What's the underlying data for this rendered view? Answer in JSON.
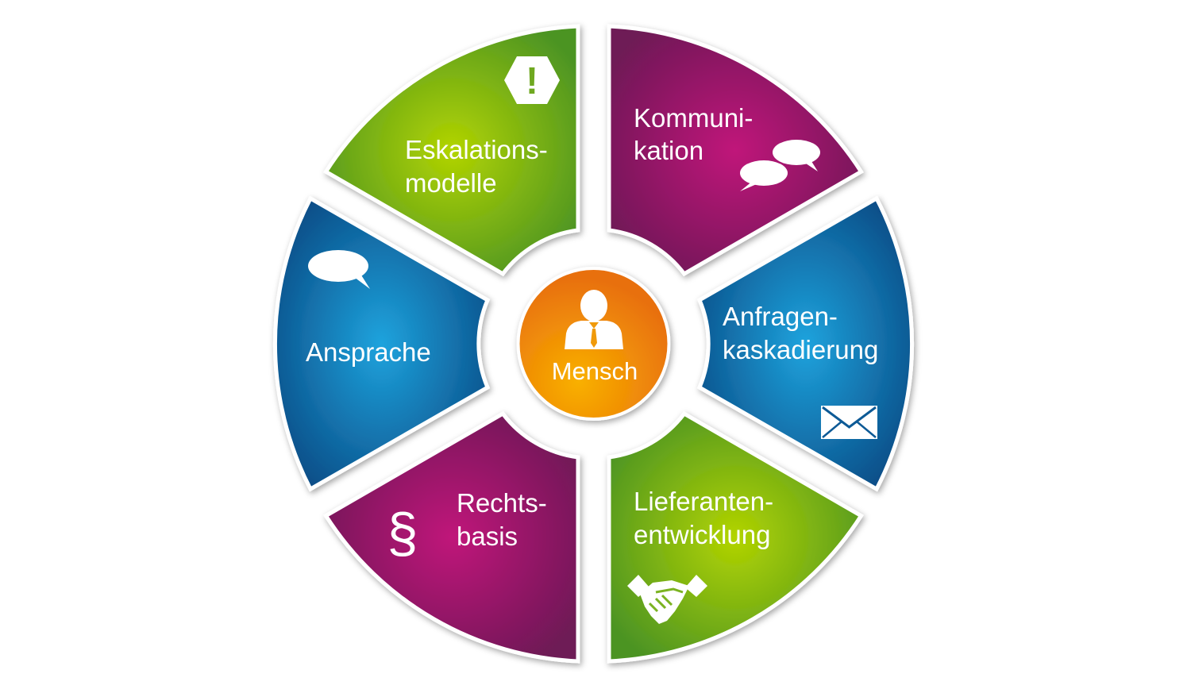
{
  "center": {
    "label": "Mensch",
    "icon": "person-icon"
  },
  "segments": [
    {
      "id": "eskalation",
      "lines": [
        "Eskalations-",
        "modelle"
      ],
      "icon": "exclamation-hexagon-icon",
      "color": "green"
    },
    {
      "id": "kommunikation",
      "lines": [
        "Kommuni-",
        "kation"
      ],
      "icon": "speech-bubbles-icon",
      "color": "magenta"
    },
    {
      "id": "anfragen",
      "lines": [
        "Anfragen-",
        "kaskadierung"
      ],
      "icon": "envelope-icon",
      "color": "blue"
    },
    {
      "id": "lieferanten",
      "lines": [
        "Lieferanten-",
        "entwicklung"
      ],
      "icon": "handshake-icon",
      "color": "green"
    },
    {
      "id": "rechtsbasis",
      "lines": [
        "Rechts-",
        "basis"
      ],
      "icon": "paragraph-icon",
      "color": "magenta"
    },
    {
      "id": "ansprache",
      "lines": [
        "Ansprache"
      ],
      "icon": "speech-bubble-icon",
      "color": "blue"
    }
  ],
  "colors": {
    "green_light": "#b2d400",
    "green_dark": "#4c9424",
    "magenta_light": "#c0157a",
    "magenta_dark": "#6e1a56",
    "blue_light": "#1ea3dd",
    "blue_dark": "#0a4c86",
    "orange_light": "#f9b000",
    "orange_dark": "#e86f0d"
  },
  "paragraph_symbol": "§",
  "exclamation_symbol": "!"
}
